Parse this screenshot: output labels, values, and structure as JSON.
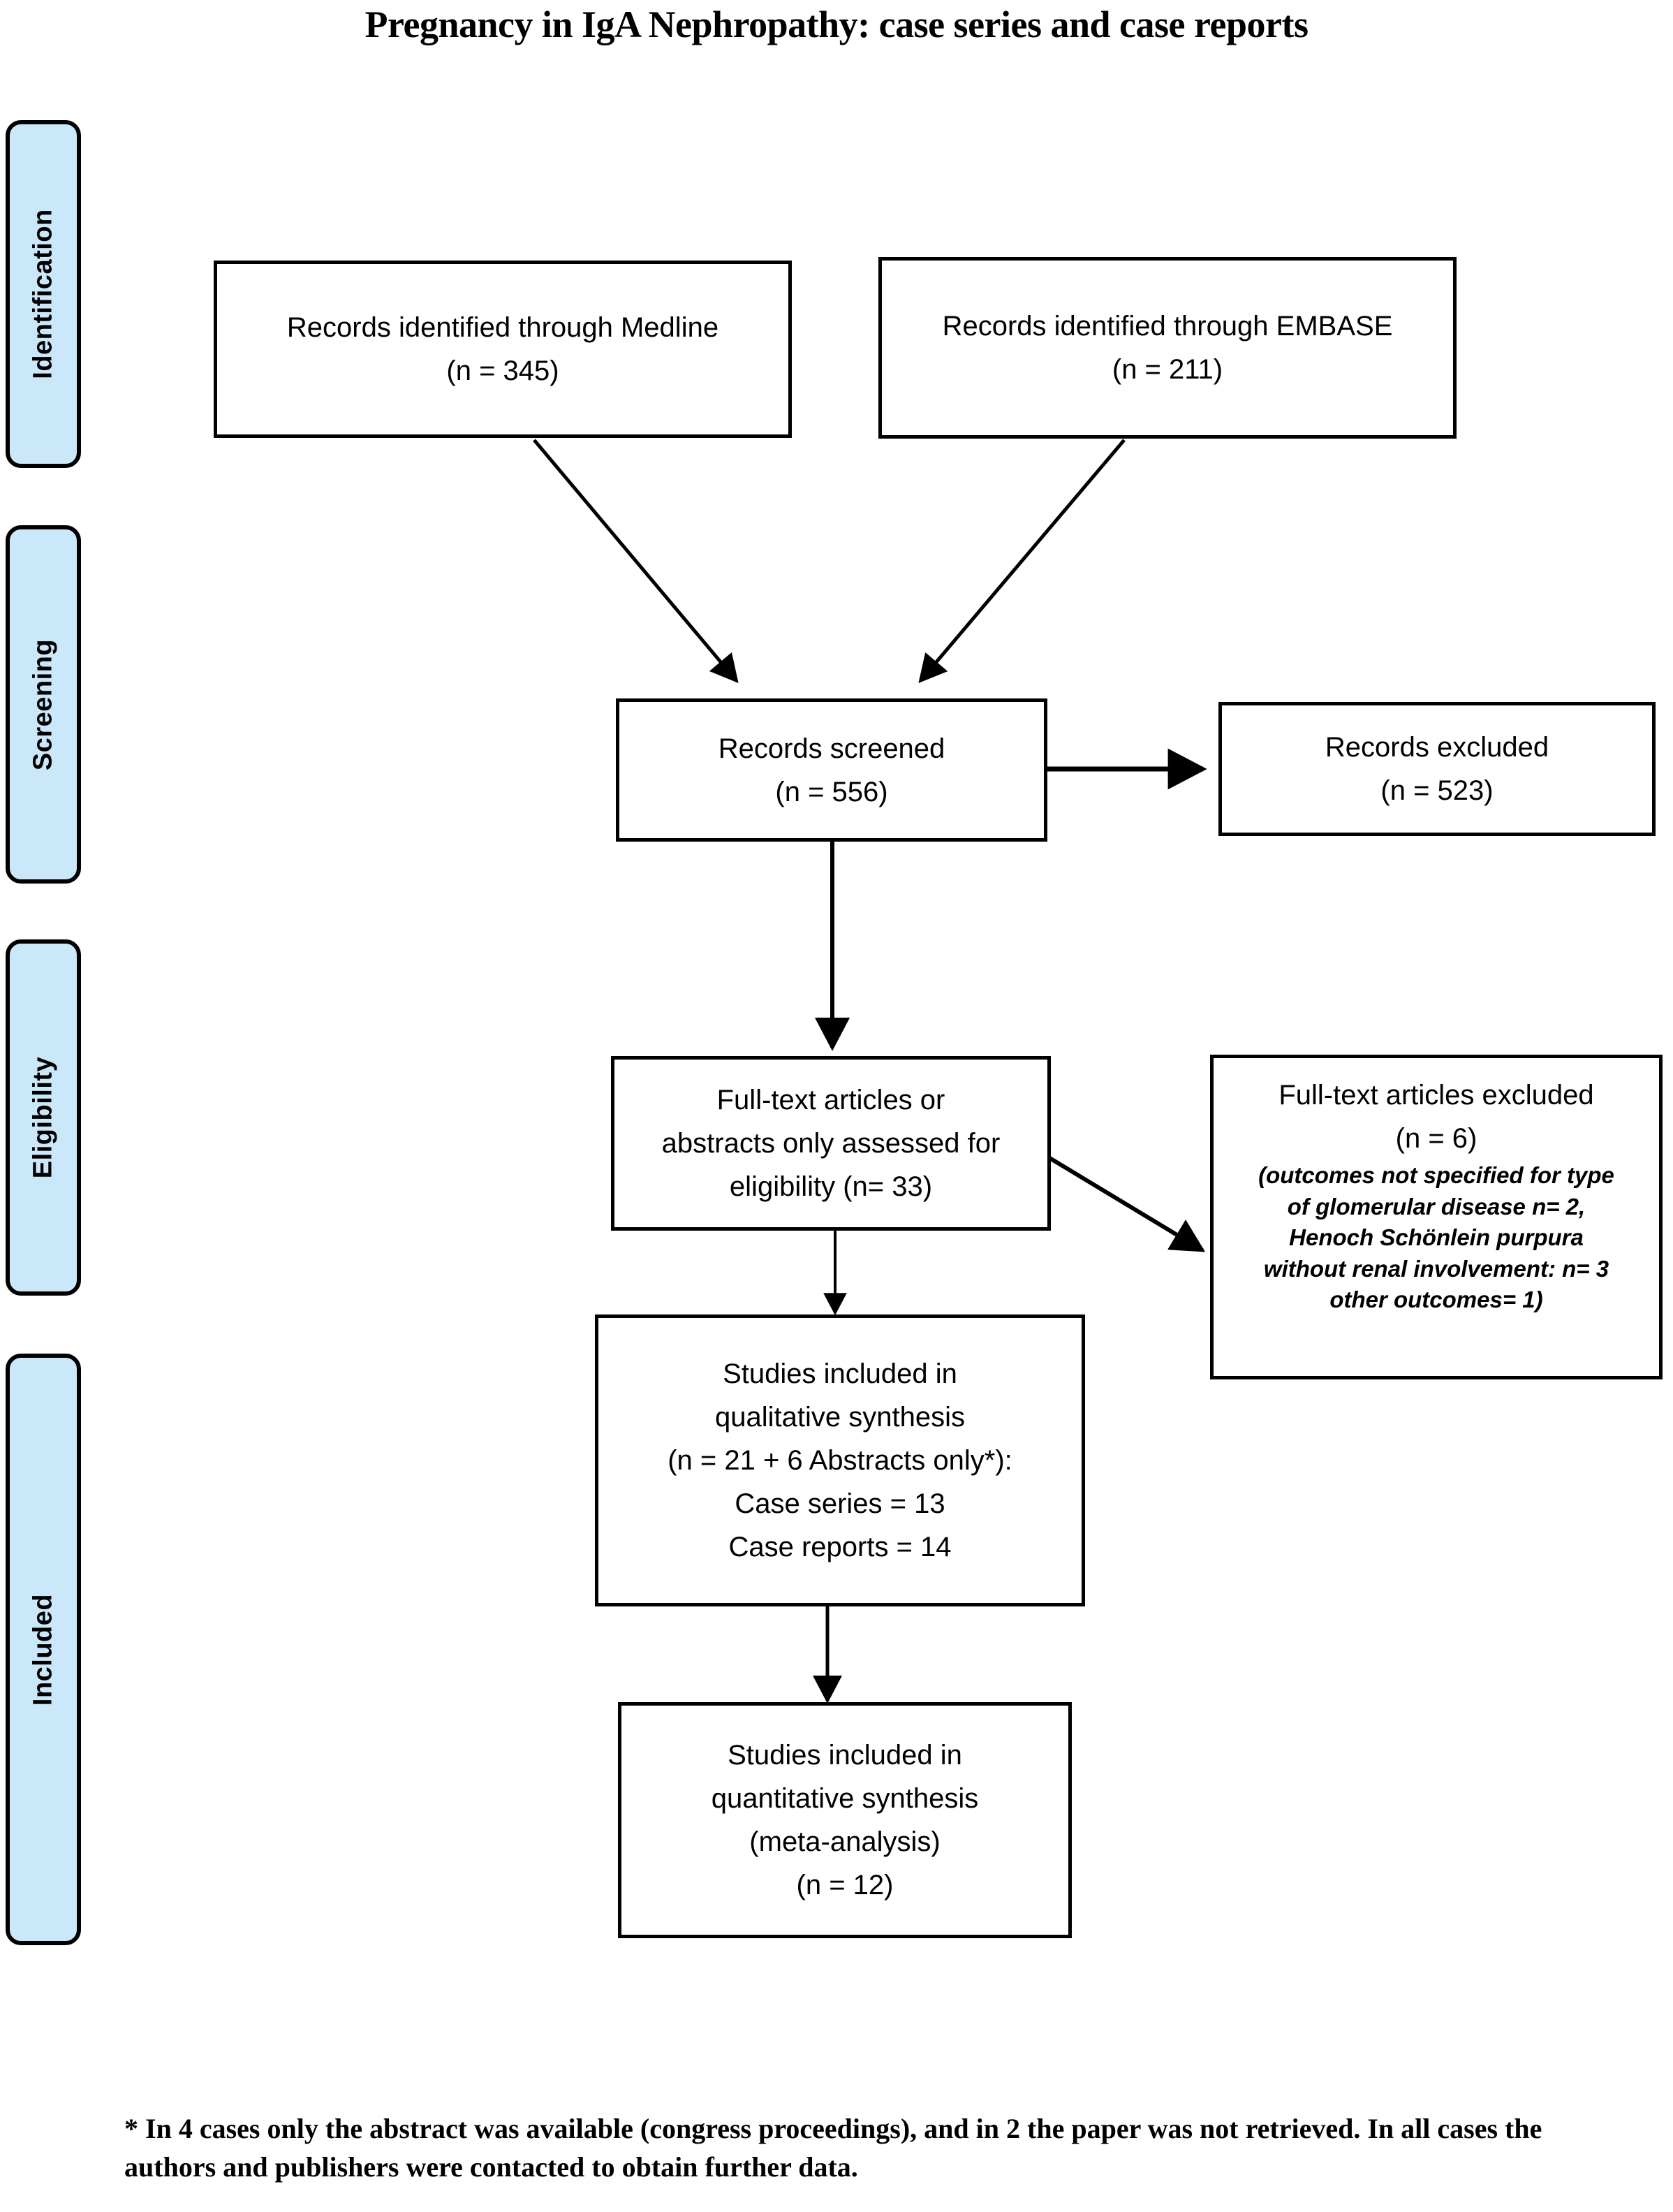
{
  "page": {
    "title": "Pregnancy in IgA Nephropathy: case series and case reports",
    "footnote": "* In 4 cases only the abstract was available (congress proceedings), and in 2 the paper was not retrieved. In all cases the authors and publishers were contacted to obtain further data."
  },
  "colors": {
    "phase_fill": "#cbe8fb",
    "stroke": "#000000",
    "box_fill": "#ffffff"
  },
  "phases": [
    {
      "key": "identification",
      "label": "Identification"
    },
    {
      "key": "screening",
      "label": "Screening"
    },
    {
      "key": "eligibility",
      "label": "Eligibility"
    },
    {
      "key": "included",
      "label": "Included"
    }
  ],
  "boxes": {
    "medline": {
      "lines": [
        "Records identified through Medline",
        "(n = 345)"
      ]
    },
    "embase": {
      "lines": [
        "Records identified through EMBASE",
        "(n = 211)"
      ]
    },
    "screened": {
      "lines": [
        "Records screened",
        "(n = 556)"
      ]
    },
    "records_excluded": {
      "lines": [
        "Records excluded",
        "(n = 523)"
      ]
    },
    "eligibility_assessed": {
      "lines": [
        "Full-text articles or",
        "abstracts only assessed for",
        "eligibility (n= 33)"
      ]
    },
    "fulltext_excluded": {
      "lines": [
        "Full-text articles excluded",
        "(n = 6)"
      ],
      "reason_lines": [
        "(outcomes not specified for type",
        "of glomerular disease n= 2,",
        "Henoch Schönlein purpura",
        "without renal involvement: n= 3",
        "other outcomes= 1)"
      ]
    },
    "qualitative": {
      "lines": [
        "Studies included in",
        "qualitative synthesis",
        "(n = 21 + 6 Abstracts only*):",
        "Case series = 13",
        "Case reports = 14"
      ]
    },
    "quantitative": {
      "lines": [
        "Studies included in",
        "quantitative synthesis",
        "(meta-analysis)",
        "(n = 12)"
      ]
    }
  },
  "chart_data": {
    "type": "diagram",
    "title": "Pregnancy in IgA Nephropathy: case series and case reports",
    "diagram_kind": "PRISMA flow diagram",
    "stages": [
      "Identification",
      "Screening",
      "Eligibility",
      "Included"
    ],
    "nodes": [
      {
        "id": "medline",
        "stage": "Identification",
        "label": "Records identified through Medline",
        "n": 345
      },
      {
        "id": "embase",
        "stage": "Identification",
        "label": "Records identified through EMBASE",
        "n": 211
      },
      {
        "id": "screened",
        "stage": "Screening",
        "label": "Records screened",
        "n": 556
      },
      {
        "id": "records_excluded",
        "stage": "Screening",
        "label": "Records excluded",
        "n": 523
      },
      {
        "id": "eligibility_assessed",
        "stage": "Eligibility",
        "label": "Full-text articles or abstracts only assessed for eligibility",
        "n": 33
      },
      {
        "id": "fulltext_excluded",
        "stage": "Eligibility",
        "label": "Full-text articles excluded",
        "n": 6
      },
      {
        "id": "qualitative",
        "stage": "Included",
        "label": "Studies included in qualitative synthesis",
        "n": "21 + 6 Abstracts only*",
        "case_series": 13,
        "case_reports": 14
      },
      {
        "id": "quantitative",
        "stage": "Included",
        "label": "Studies included in quantitative synthesis (meta-analysis)",
        "n": 12
      }
    ],
    "edges": [
      {
        "from": "medline",
        "to": "screened"
      },
      {
        "from": "embase",
        "to": "screened"
      },
      {
        "from": "screened",
        "to": "records_excluded"
      },
      {
        "from": "screened",
        "to": "eligibility_assessed"
      },
      {
        "from": "eligibility_assessed",
        "to": "fulltext_excluded"
      },
      {
        "from": "eligibility_assessed",
        "to": "qualitative"
      },
      {
        "from": "qualitative",
        "to": "quantitative"
      }
    ],
    "exclusion_reasons": [
      {
        "reason": "outcomes not specified for type of glomerular disease",
        "n": 2
      },
      {
        "reason": "Henoch Schönlein purpura without renal involvement",
        "n": 3
      },
      {
        "reason": "other outcomes",
        "n": 1
      }
    ]
  }
}
